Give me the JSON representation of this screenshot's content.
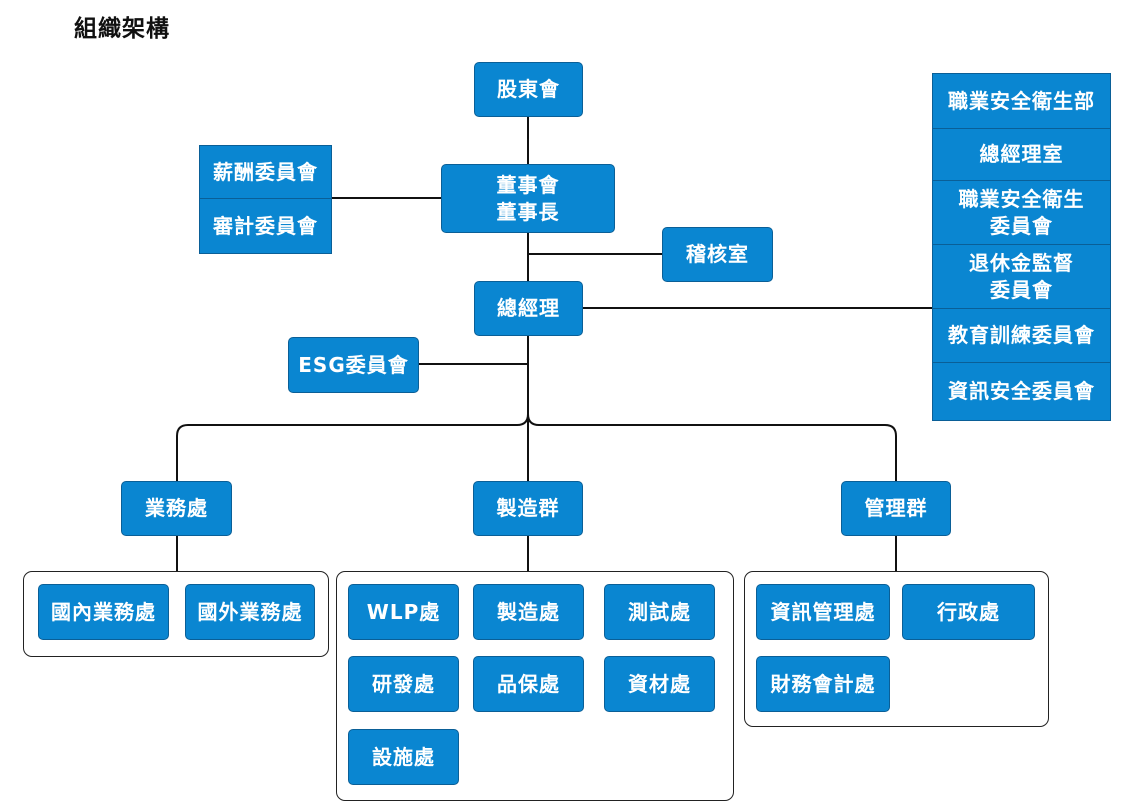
{
  "title": "組織架構",
  "nodes": {
    "shareholders": "股東會",
    "board": "董事會\n董事長",
    "compensation": "薪酬委員會",
    "audit_committee": "審計委員會",
    "internal_audit": "稽核室",
    "president": "總經理",
    "esg": "ESG委員會",
    "sales": "業務處",
    "manufacturing_group": "製造群",
    "management_group": "管理群"
  },
  "right_panel": [
    "職業安全衛生部",
    "總經理室",
    "職業安全衛生\n委員會",
    "退休金監督\n委員會",
    "教育訓練委員會",
    "資訊安全委員會"
  ],
  "sales_units": [
    "國內業務處",
    "國外業務處"
  ],
  "manufacturing_units": [
    "WLP處",
    "製造處",
    "測試處",
    "研發處",
    "品保處",
    "資材處",
    "設施處"
  ],
  "management_units": [
    "資訊管理處",
    "行政處",
    "財務會計處"
  ],
  "colors": {
    "box_fill": "#0a86d1",
    "box_border": "#0a5f97",
    "line": "#111111"
  }
}
